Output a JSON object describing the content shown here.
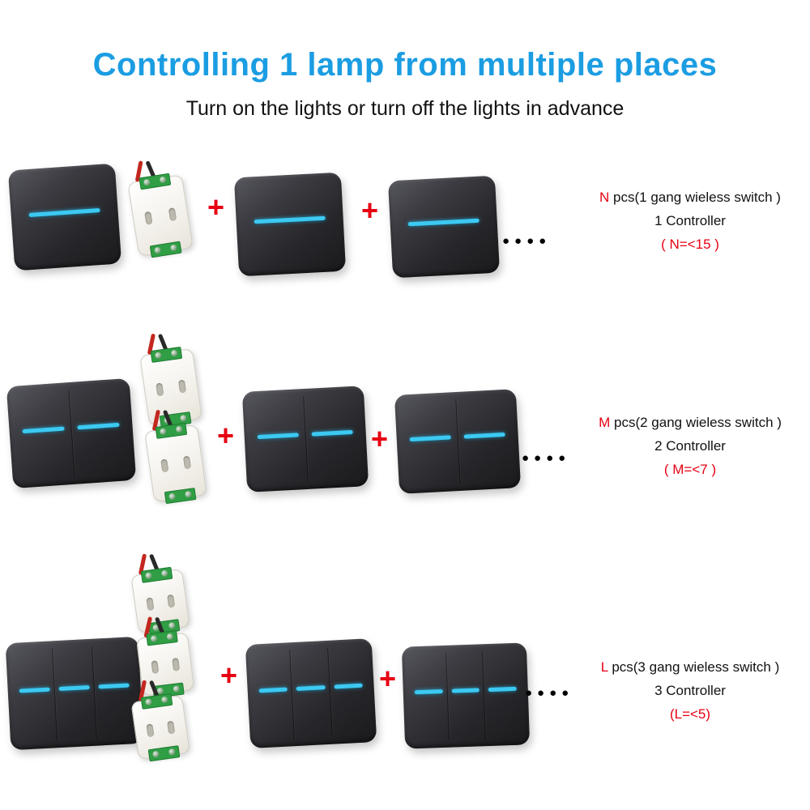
{
  "header": {
    "title": "Controlling 1 lamp from multiple places",
    "subtitle": "Turn on the lights or turn off the lights in advance"
  },
  "symbols": {
    "plus": "+",
    "ellipsis": "●●●●"
  },
  "colors": {
    "title_blue": "#1b9de2",
    "accent_red": "#e60012",
    "indicator_cyan": "#3cc9f2",
    "switch_body_dark": "#26262a",
    "terminal_green": "#2f9e44"
  },
  "rows": [
    {
      "gangs": 1,
      "controllers": 1,
      "letter": "N",
      "line1_rest": " pcs(1 gang wieless switch )",
      "line2": "1 Controller",
      "line3": "( N=<15 )"
    },
    {
      "gangs": 2,
      "controllers": 2,
      "letter": "M",
      "line1_rest": " pcs(2 gang wieless switch )",
      "line2": "2 Controller",
      "line3": "( M=<7 )"
    },
    {
      "gangs": 3,
      "controllers": 3,
      "letter": "L",
      "line1_rest": " pcs(3 gang wieless switch )",
      "line2": "3 Controller",
      "line3": "(L=<5)"
    }
  ]
}
